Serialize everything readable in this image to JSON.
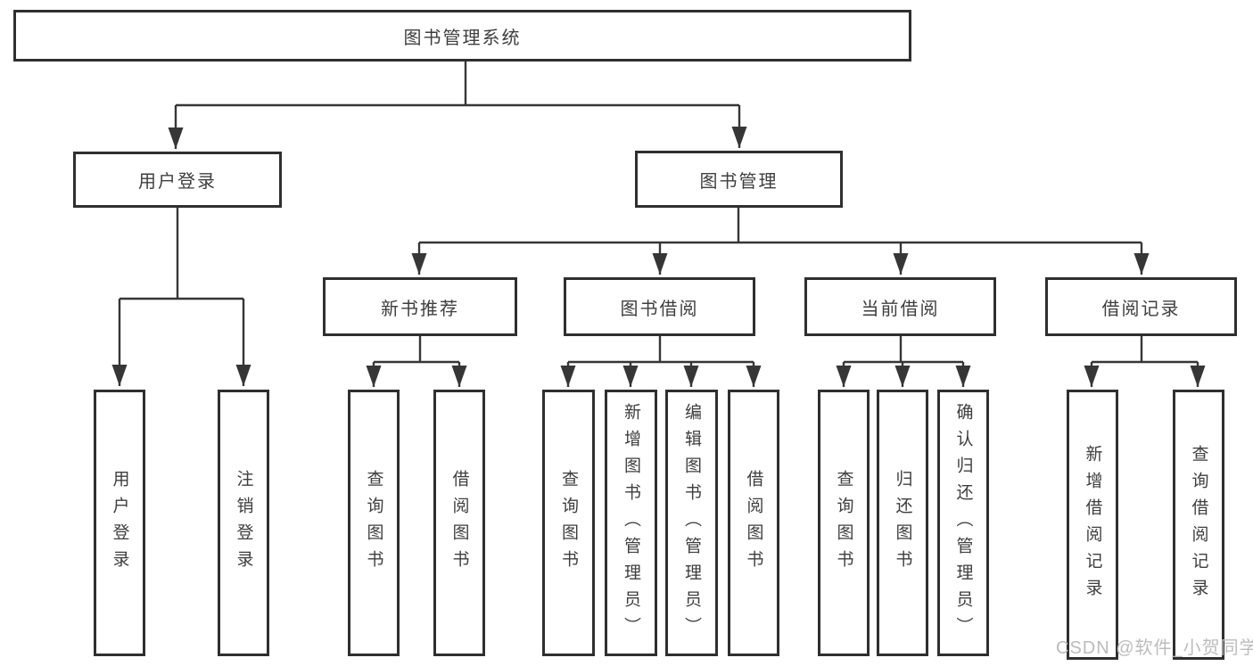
{
  "tree": {
    "root": {
      "label": "图书管理系统",
      "children": [
        {
          "label": "用户登录",
          "children": [
            {
              "label": "用户登录"
            },
            {
              "label": "注销登录"
            }
          ]
        },
        {
          "label": "图书管理",
          "children": [
            {
              "label": "新书推荐",
              "children": [
                {
                  "label": "查询图书"
                },
                {
                  "label": "借阅图书"
                }
              ]
            },
            {
              "label": "图书借阅",
              "children": [
                {
                  "label": "查询图书"
                },
                {
                  "label": "新增图书（管理员）"
                },
                {
                  "label": "编辑图书（管理员）"
                },
                {
                  "label": "借阅图书"
                }
              ]
            },
            {
              "label": "当前借阅",
              "children": [
                {
                  "label": "查询图书"
                },
                {
                  "label": "归还图书"
                },
                {
                  "label": "确认归还（管理员）"
                }
              ]
            },
            {
              "label": "借阅记录",
              "children": [
                {
                  "label": "新增借阅记录"
                },
                {
                  "label": "查询借阅记录"
                }
              ]
            }
          ]
        }
      ]
    }
  },
  "watermark": {
    "text": "CSDN @软件_小贺同学"
  },
  "colors": {
    "line": "#363636",
    "border": "#2f2f2f",
    "text": "#3e3e3e",
    "watermark": "#bcbcbc",
    "background": "#ffffff"
  }
}
